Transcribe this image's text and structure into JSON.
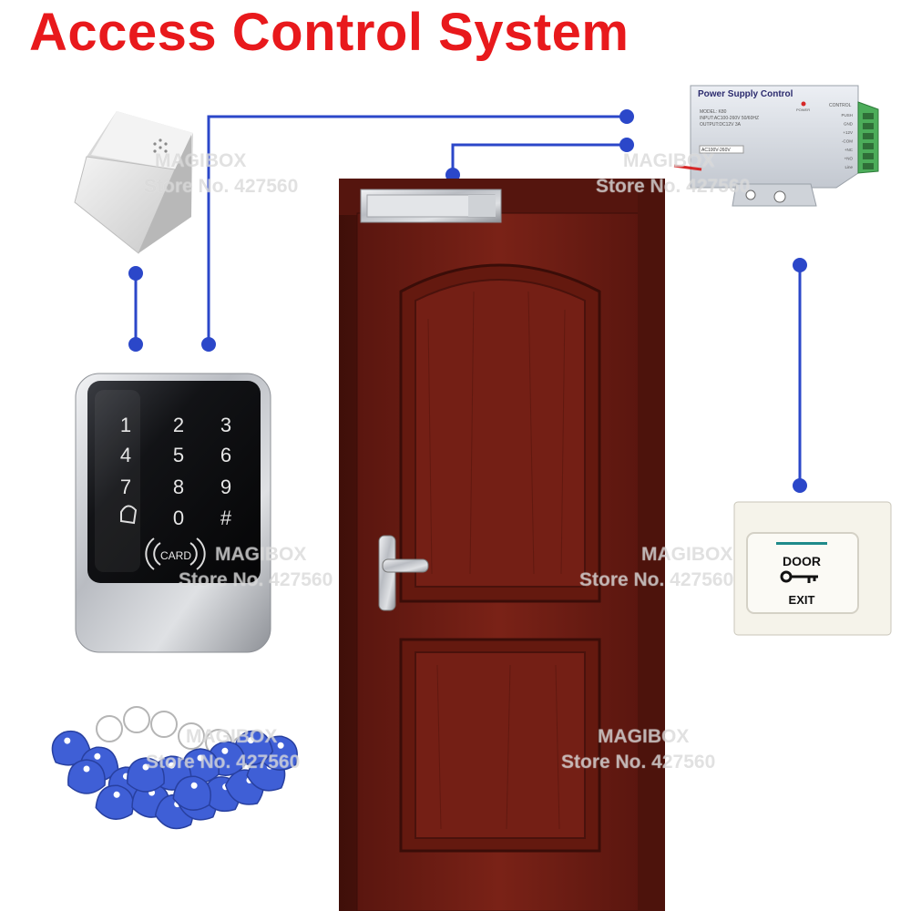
{
  "title": "Access Control System",
  "colors": {
    "title": "#e8191c",
    "wire": "#2b47c9",
    "door": "#6e1d14",
    "door_dark": "#4a120c",
    "keyfob": "#3f5fd6"
  },
  "power_supply": {
    "title": "Power Supply Control",
    "model_line": "MODEL: K80",
    "input_line": "INPUT:AC100-260V 50/60HZ",
    "output_line": "OUTPUT:DC12V 3A",
    "voltage_label": "AC100V-260V",
    "power_label": "POWER",
    "control_label": "CONTROL",
    "terminals": [
      "PUSH",
      "GND",
      "+12V",
      "-COM",
      "+NC",
      "+NO",
      "Line"
    ]
  },
  "keypad": {
    "keys": [
      "1",
      "2",
      "3",
      "4",
      "5",
      "6",
      "7",
      "8",
      "9",
      "",
      "0",
      "#"
    ],
    "card_label": "CARD"
  },
  "exit_button": {
    "top_label": "DOOR",
    "bottom_label": "EXIT"
  },
  "watermarks": [
    {
      "brand": "MAGIBOX",
      "store": "Store No. 427560"
    },
    {
      "brand": "MAGIBOX",
      "store": "Store No. 427560"
    },
    {
      "brand": "MAGIBOX",
      "store": "Store No. 427560"
    },
    {
      "brand": "MAGIBOX",
      "store": "Store No. 427560"
    },
    {
      "brand": "MAGIBOX",
      "store": "Store No. 427560"
    },
    {
      "brand": "MAGIBOX",
      "store": "Store No. 427560"
    }
  ],
  "icons": {
    "doorbell": "doorbell-icon",
    "keypad": "keypad-icon",
    "keyfobs": "keyfob-icon",
    "door": "door-icon",
    "maglock": "magnetic-lock-icon",
    "power_supply": "power-supply-icon",
    "exit_button": "exit-button-icon"
  }
}
